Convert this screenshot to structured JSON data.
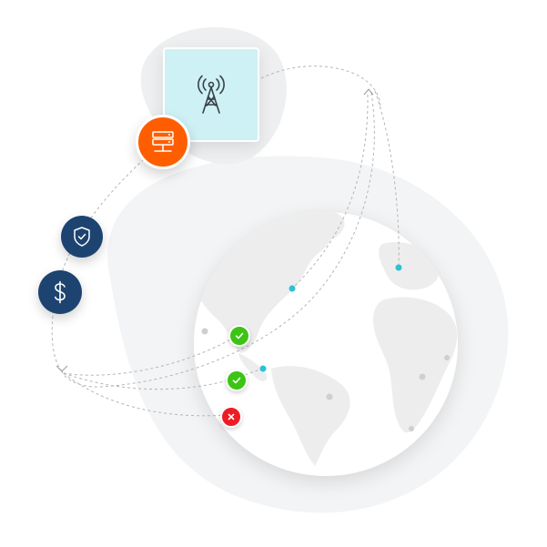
{
  "colors": {
    "tower_card": "#cdf1f4",
    "server": "#ff5e00",
    "security_nodes": "#1d4470",
    "success": "#3cc414",
    "failure": "#ee1c25",
    "endpoint_dot": "#2ec0d6",
    "backdrop": "#f3f4f5",
    "globe_land": "#ededed",
    "connector": "#b5b5b5"
  },
  "nodes": {
    "tower": {
      "icon": "radio-tower-icon"
    },
    "server": {
      "icon": "server-icon"
    },
    "shield": {
      "icon": "shield-check-icon"
    },
    "payment": {
      "icon": "dollar-icon"
    }
  },
  "statuses": [
    {
      "state": "success",
      "icon": "check-icon"
    },
    {
      "state": "success",
      "icon": "check-icon"
    },
    {
      "state": "failure",
      "icon": "x-icon"
    }
  ]
}
